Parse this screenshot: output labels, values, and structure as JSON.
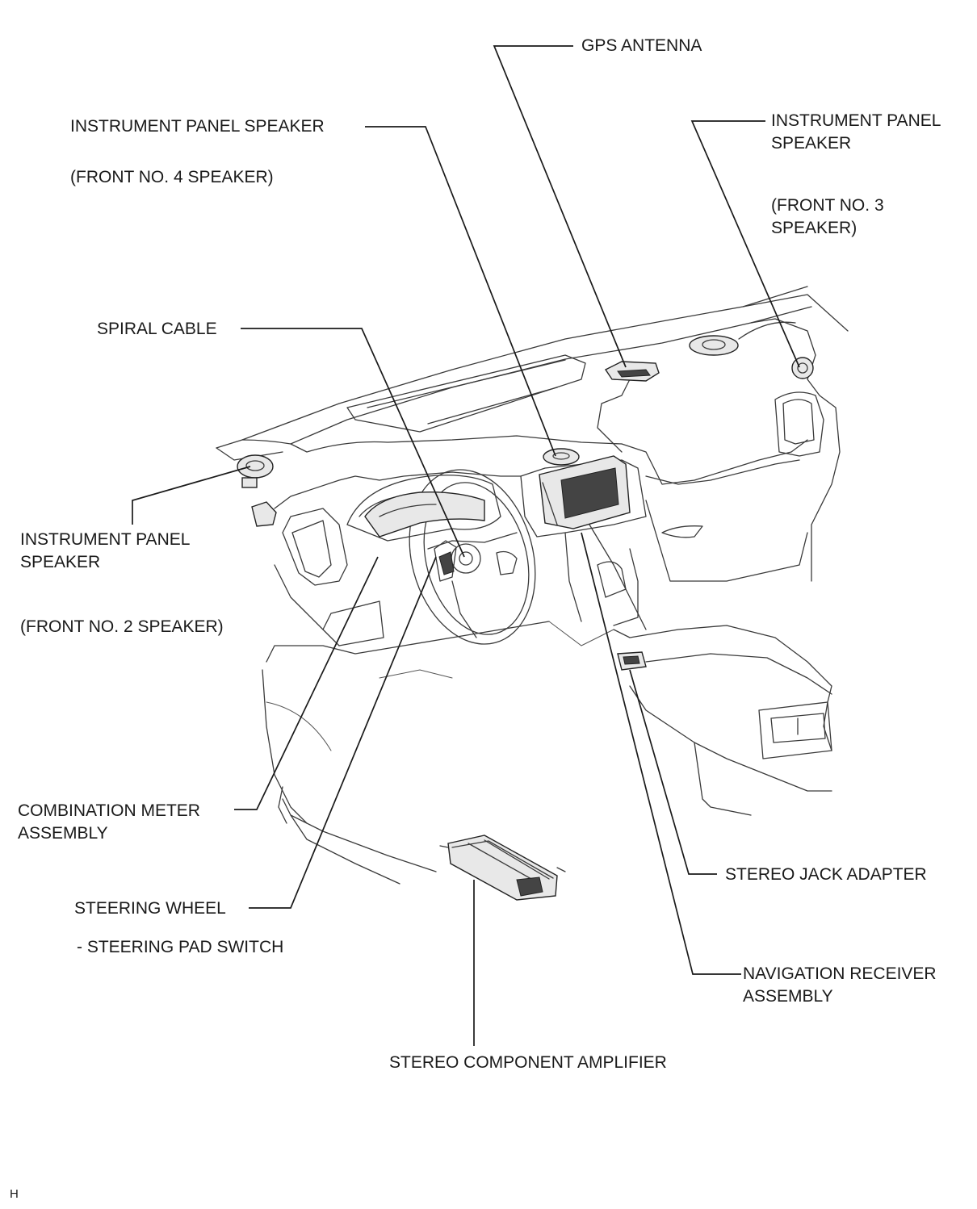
{
  "labels": {
    "gps_antenna": "GPS ANTENNA",
    "ip_speaker_front4": "INSTRUMENT PANEL SPEAKER",
    "ip_speaker_front4_sub": "(FRONT NO. 4 SPEAKER)",
    "ip_speaker_front3": "INSTRUMENT PANEL\nSPEAKER",
    "ip_speaker_front3_sub": "(FRONT NO. 3\nSPEAKER)",
    "spiral_cable": "SPIRAL CABLE",
    "ip_speaker_front2": "INSTRUMENT PANEL\nSPEAKER",
    "ip_speaker_front2_sub": "(FRONT NO. 2 SPEAKER)",
    "combination_meter": "COMBINATION METER\nASSEMBLY",
    "steering_wheel": "STEERING WHEEL",
    "steering_pad_switch": "- STEERING PAD SWITCH",
    "stereo_jack_adapter": "STEREO JACK ADAPTER",
    "navigation_receiver": "NAVIGATION RECEIVER\nASSEMBLY",
    "stereo_amplifier": "STEREO COMPONENT AMPLIFIER",
    "figure_code": "H"
  }
}
